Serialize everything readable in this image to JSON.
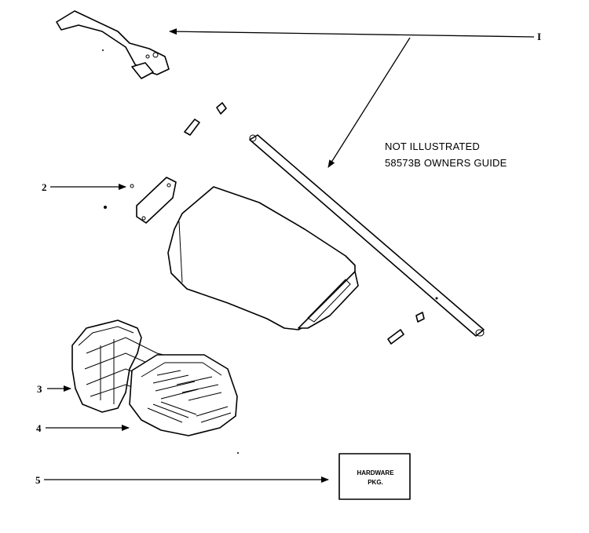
{
  "callouts": {
    "c1": "I",
    "c2": "2",
    "c3": "3",
    "c4": "4",
    "c5": "5"
  },
  "note": {
    "line1": "NOT ILLUSTRATED",
    "line2": "58573B OWNERS GUIDE"
  },
  "hardware": {
    "line1": "HARDWARE",
    "line2": "PKG."
  }
}
